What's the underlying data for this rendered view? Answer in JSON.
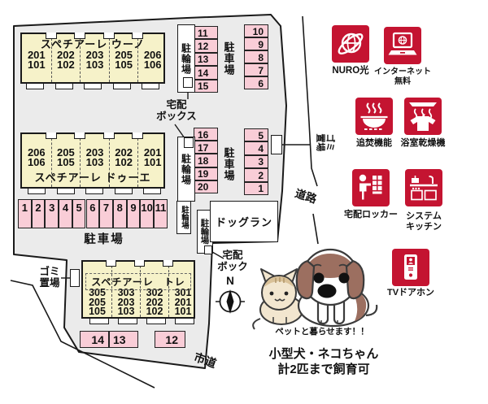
{
  "colors": {
    "site_fill": "#ebebeb",
    "building_fill": "#f6f2c9",
    "stall_fill": "#f9cdd7",
    "icon_red": "#c41431",
    "outline": "#1a1a1a"
  },
  "site": {
    "buildings": [
      {
        "name": "スペチアーレ ウーノ",
        "units": [
          "201\n101",
          "202\n102",
          "203\n103",
          "205\n105",
          "206\n106"
        ]
      },
      {
        "name": "スペチアーレ ドゥーエ",
        "units": [
          "206\n106",
          "205\n105",
          "203\n103",
          "202\n102",
          "201\n101"
        ]
      },
      {
        "name": "スペチアーレ　トレ",
        "units": [
          "305\n205\n105",
          "303\n203\n103",
          "302\n202\n102",
          "301\n201\n101"
        ]
      }
    ],
    "parking": {
      "label": "駐車場",
      "col_a": [
        "11",
        "12",
        "13",
        "14",
        "15"
      ],
      "col_b": [
        "10",
        "9",
        "8",
        "7",
        "6"
      ],
      "col_c": [
        "16",
        "17",
        "18",
        "19",
        "20"
      ],
      "col_d": [
        "5",
        "4",
        "3",
        "2",
        "1"
      ],
      "row_bottom": [
        "1",
        "2",
        "3",
        "4",
        "5",
        "6",
        "7",
        "8",
        "9",
        "10",
        "11"
      ],
      "south": [
        "14",
        "13",
        "12"
      ]
    },
    "bicycle_label": "駐輪場",
    "dog_run_label": "ドッグラン",
    "delivery_box_label": "宅配\nボックス",
    "delivery_box_label_short": "宅配\nボック",
    "garbage_label": "ゴミ\n置場",
    "road_label": "道路",
    "city_road_label": "市道",
    "compass_n": "N"
  },
  "amenities": [
    {
      "label": "NURO光"
    },
    {
      "label": "インターネット\n無料"
    },
    {
      "label": "追焚機能"
    },
    {
      "label": "浴室乾燥機"
    },
    {
      "label": "宅配ロッカー"
    },
    {
      "label": "システム\nキッチン"
    },
    {
      "label": "TVドアホン"
    }
  ],
  "pets": {
    "caption": "ペットと暮らせます！！",
    "line1": "小型犬・ネコちゃん",
    "line2": "計2匹まで飼育可"
  }
}
